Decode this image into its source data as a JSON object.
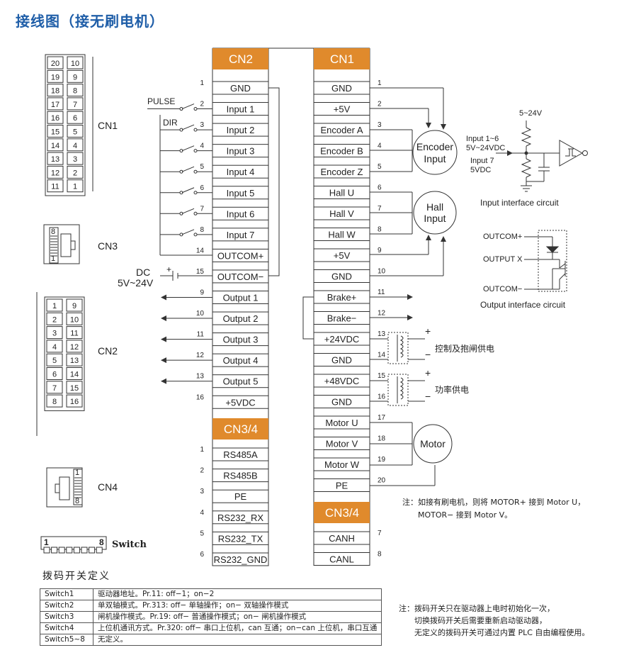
{
  "title": "接线图（接无刷电机）",
  "colors": {
    "header": "#e08a2c",
    "title": "#1f5ea8",
    "line": "#333333"
  },
  "cn2": {
    "header": "CN2",
    "pins": [
      {
        "num": "1",
        "label": "GND"
      },
      {
        "num": "2",
        "label": "Input 1"
      },
      {
        "num": "3",
        "label": "Input 2"
      },
      {
        "num": "4",
        "label": "Input 3"
      },
      {
        "num": "5",
        "label": "Input 4"
      },
      {
        "num": "6",
        "label": "Input 5"
      },
      {
        "num": "7",
        "label": "Input 6"
      },
      {
        "num": "8",
        "label": "Input 7"
      },
      {
        "num": "14",
        "label": "OUTCOM+"
      },
      {
        "num": "15",
        "label": "OUTCOM−"
      },
      {
        "num": "9",
        "label": "Output 1"
      },
      {
        "num": "10",
        "label": "Output 2"
      },
      {
        "num": "11",
        "label": "Output 3"
      },
      {
        "num": "12",
        "label": "Output 4"
      },
      {
        "num": "13",
        "label": "Output 5"
      },
      {
        "num": "16",
        "label": "+5VDC"
      }
    ]
  },
  "cn34_left": {
    "header": "CN3/4",
    "pins": [
      {
        "num": "1",
        "label": "RS485A"
      },
      {
        "num": "2",
        "label": "RS485B"
      },
      {
        "num": "3",
        "label": "PE"
      },
      {
        "num": "4",
        "label": "RS232_RX"
      },
      {
        "num": "5",
        "label": "RS232_TX"
      },
      {
        "num": "6",
        "label": "RS232_GND"
      }
    ]
  },
  "cn1": {
    "header": "CN1",
    "pins": [
      {
        "num": "1",
        "label": "GND"
      },
      {
        "num": "2",
        "label": "+5V"
      },
      {
        "num": "3",
        "label": "Encoder A"
      },
      {
        "num": "4",
        "label": "Encoder B"
      },
      {
        "num": "5",
        "label": "Encoder Z"
      },
      {
        "num": "6",
        "label": "Hall U"
      },
      {
        "num": "7",
        "label": "Hall V"
      },
      {
        "num": "8",
        "label": "Hall W"
      },
      {
        "num": "9",
        "label": "+5V"
      },
      {
        "num": "10",
        "label": "GND"
      },
      {
        "num": "11",
        "label": "Brake+"
      },
      {
        "num": "12",
        "label": "Brake−"
      },
      {
        "num": "13",
        "label": "+24VDC"
      },
      {
        "num": "14",
        "label": "GND"
      },
      {
        "num": "15",
        "label": "+48VDC"
      },
      {
        "num": "16",
        "label": "GND"
      },
      {
        "num": "17",
        "label": "Motor U"
      },
      {
        "num": "18",
        "label": "Motor V"
      },
      {
        "num": "19",
        "label": "Motor W"
      },
      {
        "num": "20",
        "label": "PE"
      }
    ]
  },
  "cn34_right": {
    "header": "CN3/4",
    "pins": [
      {
        "num": "7",
        "label": "CANH"
      },
      {
        "num": "8",
        "label": "CANL"
      }
    ]
  },
  "connectors": {
    "cn1_label": "CN1",
    "cn3_label": "CN3",
    "cn2_label": "CN2",
    "cn4_label": "CN4",
    "cn1_left": [
      "20",
      "19",
      "18",
      "17",
      "16",
      "15",
      "14",
      "13",
      "12",
      "11"
    ],
    "cn1_right": [
      "10",
      "9",
      "8",
      "7",
      "6",
      "5",
      "4",
      "3",
      "2",
      "1"
    ],
    "cn2_left": [
      "1",
      "2",
      "3",
      "4",
      "5",
      "6",
      "7",
      "8"
    ],
    "cn2_right": [
      "9",
      "10",
      "11",
      "12",
      "13",
      "14",
      "15",
      "16"
    ],
    "cn3_pins": [
      "8",
      "1"
    ],
    "cn4_pins": [
      "1",
      "8"
    ]
  },
  "switch": {
    "label": "Switch",
    "first": "1",
    "last": "8"
  },
  "labels": {
    "pulse": "PULSE",
    "dir": "DIR",
    "dc": "DC",
    "dc_range": "5V~24V",
    "encoder_1": "Encoder",
    "encoder_2": "Input",
    "hall_1": "Hall",
    "hall_2": "Input",
    "motor": "Motor",
    "supply_v": "5~24V",
    "in16_1": "Input 1~6",
    "in16_2": "5V~24VDC",
    "in7_1": "Input 7",
    "in7_2": "5VDC",
    "input_iface": "Input interface circuit",
    "outcom_plus": "OUTCOM+",
    "output_x": "OUTPUT X",
    "outcom_minus": "OUTCOM−",
    "output_iface": "Output interface circuit",
    "ctrl_power": "控制及抱闸供电",
    "power_supply": "功率供电",
    "plus": "+",
    "minus": "−"
  },
  "notes": {
    "motor_1": "注：如接有刷电机，则将 MOTOR+ 接到 Motor U，",
    "motor_2": "MOTOR− 接到 Motor V。",
    "switch_1": "注：拨码开关只在驱动器上电时初始化一次，",
    "switch_2": "切换拨码开关后需要重新启动驱动器，",
    "switch_3": "无定义的拨码开关可通过内置 PLC 自由编程使用。"
  },
  "switch_table_title": "拨码开关定义",
  "switch_table": [
    {
      "key": "Switch1",
      "value": "驱动器地址。Pr.11: off−1；on−2"
    },
    {
      "key": "Switch2",
      "value": "单双轴模式。Pr.313: off− 单轴操作；on− 双轴操作模式"
    },
    {
      "key": "Switch3",
      "value": "闸机操作模式。Pr.19: off− 普通操作模式；on− 闸机操作模式"
    },
    {
      "key": "Switch4",
      "value": "上位机通讯方式。Pr.320: off− 串口上位机，can 互通；on−can 上位机，串口互通"
    },
    {
      "key": "Switch5~8",
      "value": "无定义。"
    }
  ]
}
